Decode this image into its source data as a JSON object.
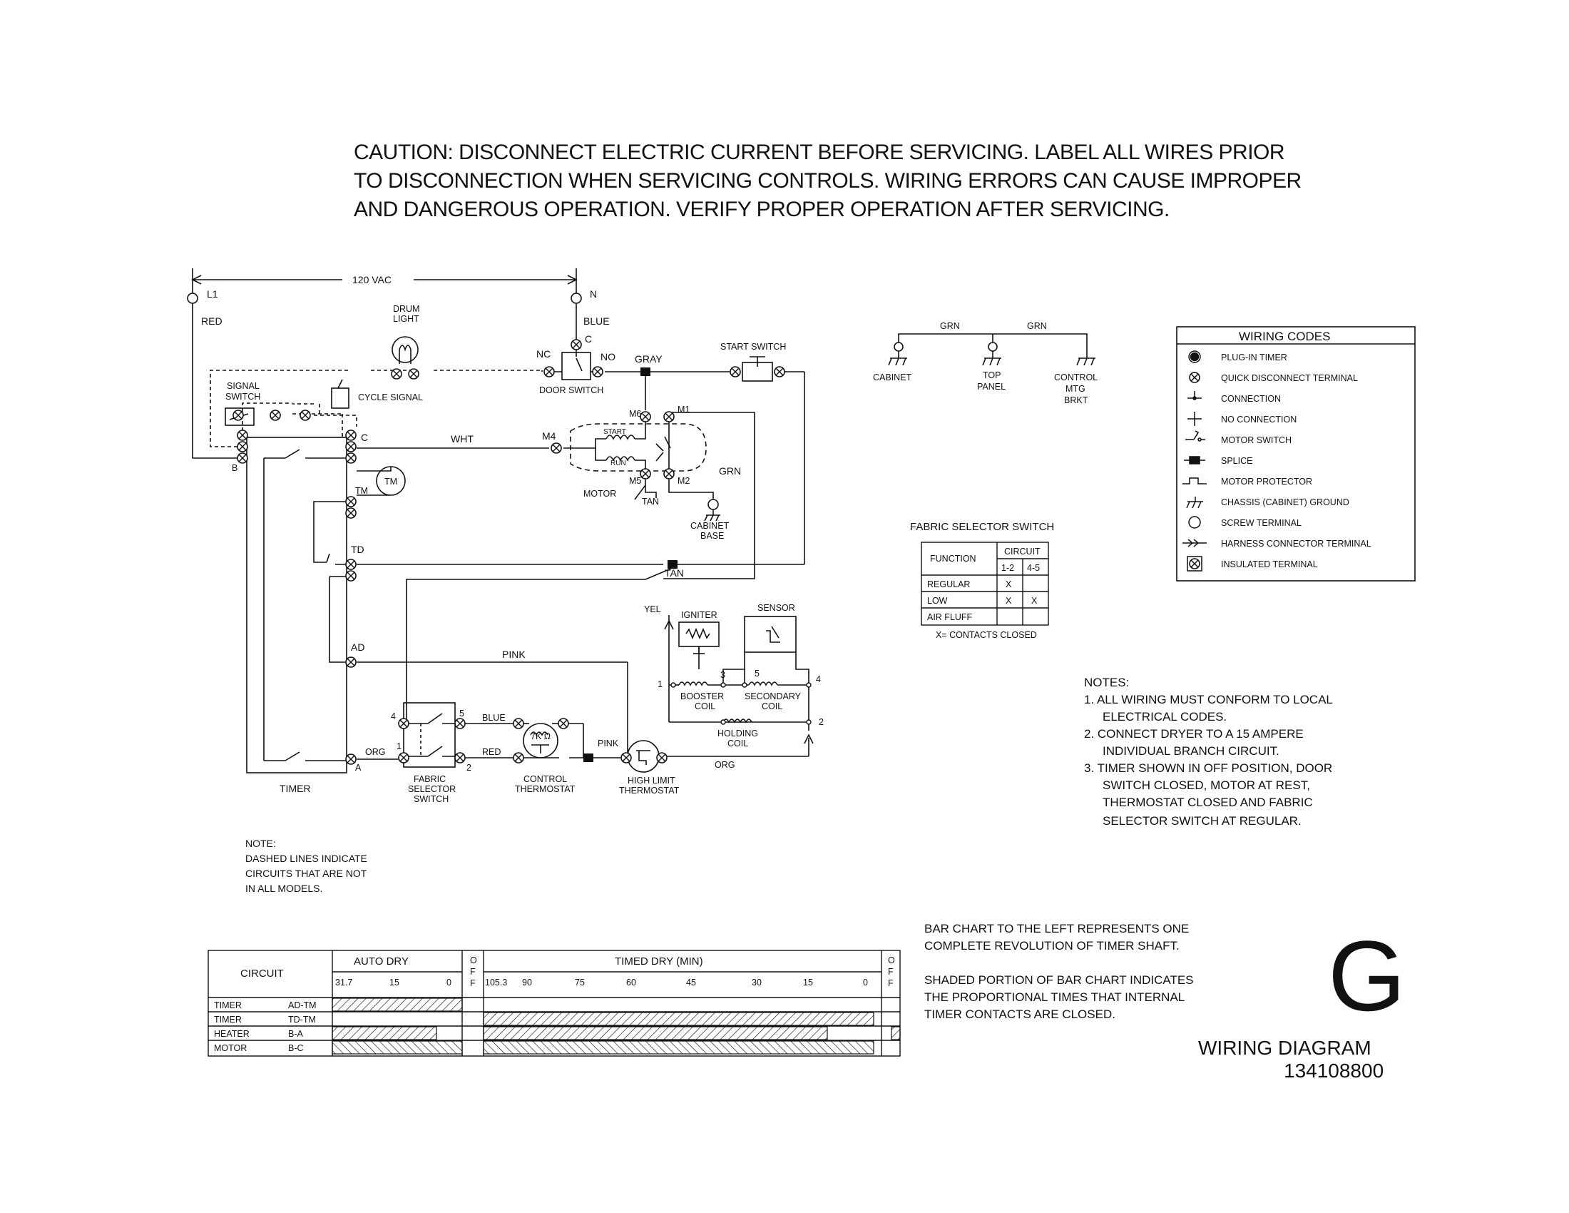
{
  "caution": {
    "line1": "CAUTION: DISCONNECT ELECTRIC CURRENT BEFORE SERVICING. LABEL ALL WIRES PRIOR",
    "line2": "TO DISCONNECTION WHEN SERVICING CONTROLS. WIRING ERRORS CAN CAUSE IMPROPER",
    "line3": "AND DANGEROUS OPERATION. VERIFY PROPER OPERATION AFTER SERVICING."
  },
  "schematic": {
    "voltage": "120 VAC",
    "l1": "L1",
    "n": "N",
    "red": "RED",
    "blue": "BLUE",
    "drum_light_1": "DRUM",
    "drum_light_2": "LIGHT",
    "nc": "NC",
    "c": "C",
    "no": "NO",
    "door_switch": "DOOR SWITCH",
    "gray": "GRAY",
    "start_switch": "START SWITCH",
    "signal_switch_1": "SIGNAL",
    "signal_switch_2": "SWITCH",
    "cycle_signal": "CYCLE SIGNAL",
    "b": "B",
    "timer_c": "C",
    "wht": "WHT",
    "m4": "M4",
    "m6": "M6",
    "m1": "M1",
    "m5": "M5",
    "m2": "M2",
    "start": "START",
    "run": "RUN",
    "motor": "MOTOR",
    "tan_motor": "TAN",
    "grn": "GRN",
    "cabinet_base_1": "CABINET",
    "cabinet_base_2": "BASE",
    "tm": "TM",
    "tm_motor": "TM",
    "td": "TD",
    "tan": "TAN",
    "yel": "YEL",
    "igniter": "IGNITER",
    "sensor": "SENSOR",
    "ad": "AD",
    "pink": "PINK",
    "t1": "1",
    "t3": "3",
    "t5": "5",
    "t4": "4",
    "t2": "2",
    "booster_coil_1": "BOOSTER",
    "booster_coil_2": "COIL",
    "secondary_coil_1": "SECONDARY",
    "secondary_coil_2": "COIL",
    "holding_coil_1": "HOLDING",
    "holding_coil_2": "COIL",
    "fs4": "4",
    "fs5": "5",
    "fs1": "1",
    "fs2": "2",
    "blue2": "BLUE",
    "red2": "RED",
    "org": "ORG",
    "a": "A",
    "ohm": "7K Ω",
    "pink2": "PINK",
    "org2": "ORG",
    "timer": "TIMER",
    "fabric_sel_1": "FABRIC",
    "fabric_sel_2": "SELECTOR",
    "fabric_sel_3": "SWITCH",
    "control_thermo_1": "CONTROL",
    "control_thermo_2": "THERMOSTAT",
    "high_limit_1": "HIGH LIMIT",
    "high_limit_2": "THERMOSTAT"
  },
  "dashed_note": {
    "l1": "NOTE:",
    "l2": "DASHED LINES INDICATE",
    "l3": "CIRCUITS THAT ARE NOT",
    "l4": "IN ALL MODELS."
  },
  "ground": {
    "grn1": "GRN",
    "grn2": "GRN",
    "cabinet": "CABINET",
    "top_panel_1": "TOP",
    "top_panel_2": "PANEL",
    "control_1": "CONTROL",
    "control_2": "MTG",
    "control_3": "BRKT"
  },
  "wiring_codes": {
    "title": "WIRING CODES",
    "items": [
      {
        "icon": "plug-in-timer-icon",
        "label": "PLUG-IN TIMER"
      },
      {
        "icon": "quick-disconnect-icon",
        "label": "QUICK DISCONNECT TERMINAL"
      },
      {
        "icon": "connection-icon",
        "label": "CONNECTION"
      },
      {
        "icon": "no-connection-icon",
        "label": "NO CONNECTION"
      },
      {
        "icon": "motor-switch-icon",
        "label": "MOTOR SWITCH"
      },
      {
        "icon": "splice-icon",
        "label": "SPLICE"
      },
      {
        "icon": "motor-protector-icon",
        "label": "MOTOR PROTECTOR"
      },
      {
        "icon": "chassis-ground-icon",
        "label": "CHASSIS (CABINET) GROUND"
      },
      {
        "icon": "screw-terminal-icon",
        "label": "SCREW TERMINAL"
      },
      {
        "icon": "harness-connector-icon",
        "label": "HARNESS CONNECTOR TERMINAL"
      },
      {
        "icon": "insulated-terminal-icon",
        "label": "INSULATED TERMINAL"
      }
    ]
  },
  "fabric_selector": {
    "title": "FABRIC SELECTOR SWITCH",
    "function": "FUNCTION",
    "circuit": "CIRCUIT",
    "col1": "1-2",
    "col2": "4-5",
    "rows": [
      {
        "name": "REGULAR",
        "c1": "X",
        "c2": ""
      },
      {
        "name": "LOW",
        "c1": "X",
        "c2": "X"
      },
      {
        "name": "AIR FLUFF",
        "c1": "",
        "c2": ""
      }
    ],
    "legend": "X= CONTACTS CLOSED"
  },
  "notes": {
    "title": "NOTES:",
    "lines": [
      "1. ALL WIRING MUST CONFORM TO LOCAL",
      "ELECTRICAL CODES.",
      "2. CONNECT DRYER TO A 15 AMPERE",
      "INDIVIDUAL BRANCH CIRCUIT.",
      "3. TIMER SHOWN IN OFF POSITION, DOOR",
      "SWITCH CLOSED, MOTOR AT REST,",
      "THERMOSTAT CLOSED AND FABRIC",
      "SELECTOR SWITCH AT REGULAR."
    ]
  },
  "bar_chart": {
    "circuit": "CIRCUIT",
    "auto_dry": "AUTO DRY",
    "timed_dry": "TIMED DRY (MIN)",
    "off": "OFF",
    "auto_ticks": [
      "31.7",
      "15",
      "0"
    ],
    "timed_ticks": [
      "105.3",
      "90",
      "75",
      "60",
      "45",
      "30",
      "15",
      "0"
    ],
    "rows": [
      {
        "name": "TIMER",
        "contacts": "AD-TM"
      },
      {
        "name": "TIMER",
        "contacts": "TD-TM"
      },
      {
        "name": "HEATER",
        "contacts": "B-A"
      },
      {
        "name": "MOTOR",
        "contacts": "B-C"
      }
    ]
  },
  "bar_note": {
    "l1": "BAR CHART TO THE LEFT REPRESENTS ONE",
    "l2": "COMPLETE REVOLUTION OF TIMER SHAFT.",
    "l3": "SHADED PORTION OF BAR CHART INDICATES",
    "l4": "THE PROPORTIONAL TIMES THAT INTERNAL",
    "l5": "TIMER CONTACTS ARE CLOSED."
  },
  "title_block": {
    "letter": "G",
    "title": "WIRING DIAGRAM",
    "number": "134108800"
  }
}
